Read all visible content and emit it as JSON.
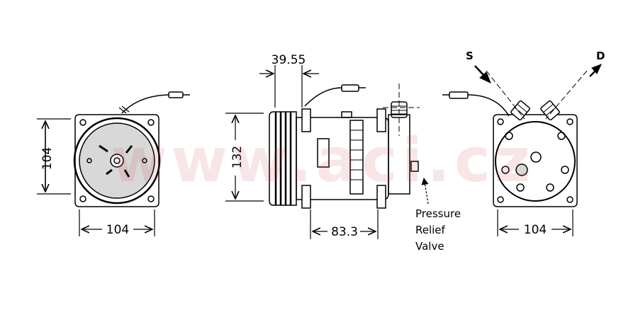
{
  "watermark": {
    "text": "www.aci.cz",
    "color": "#c84040"
  },
  "colors": {
    "line": "#000000",
    "background": "#ffffff"
  },
  "front_view": {
    "height_label": "104",
    "width_label": "104"
  },
  "side_view": {
    "pulley_offset_label": "39.55",
    "height_label": "132",
    "mount_spacing_label": "83.3",
    "callout": {
      "line1": "Pressure",
      "line2": "Relief",
      "line3": "Valve"
    }
  },
  "rear_view": {
    "suction_port": "S",
    "discharge_port": "D",
    "width_label": "104"
  }
}
